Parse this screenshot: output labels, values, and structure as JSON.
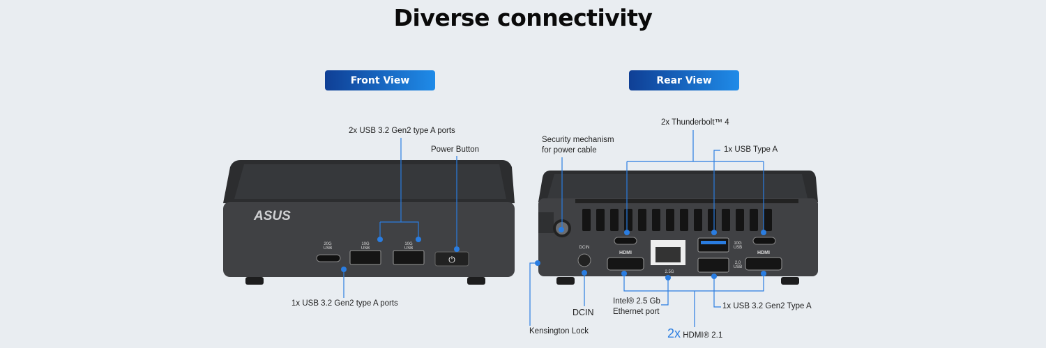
{
  "title": "Diverse connectivity",
  "front": {
    "view_label": "Front View",
    "brand": "ASUS",
    "port_marks": [
      "20G USB",
      "10G USB",
      "10G USB"
    ],
    "callouts": {
      "usb_a_front": "2x USB 3.2 Gen2 type A ports",
      "power": "Power Button",
      "usb_c_front": "1x USB 3.2 Gen2 type A ports"
    }
  },
  "rear": {
    "view_label": "Rear View",
    "port_marks": [
      "DCIN",
      "HDMI",
      "2.5G",
      "10G USB",
      "2.0 USB",
      "HDMI"
    ],
    "callouts": {
      "security_line1": "Security mechanism",
      "security_line2": "for power cable",
      "thunderbolt": "2x Thunderbolt™ 4",
      "usb_type_a": "1x  USB Type A",
      "ethernet_line1": "Intel® 2.5 Gb",
      "ethernet_line2": "Ethernet port",
      "usb_gen2": "1x USB 3.2 Gen2 Type A",
      "dcin": "DCIN",
      "kensington": "Kensington Lock",
      "hdmi_count": "2x",
      "hdmi": "HDMI® 2.1"
    }
  },
  "colors": {
    "accent": "#2a7de1",
    "background": "#e9edf1",
    "device": "#3a3b3d",
    "pill_start": "#0f3f95",
    "pill_end": "#1f8be8"
  }
}
